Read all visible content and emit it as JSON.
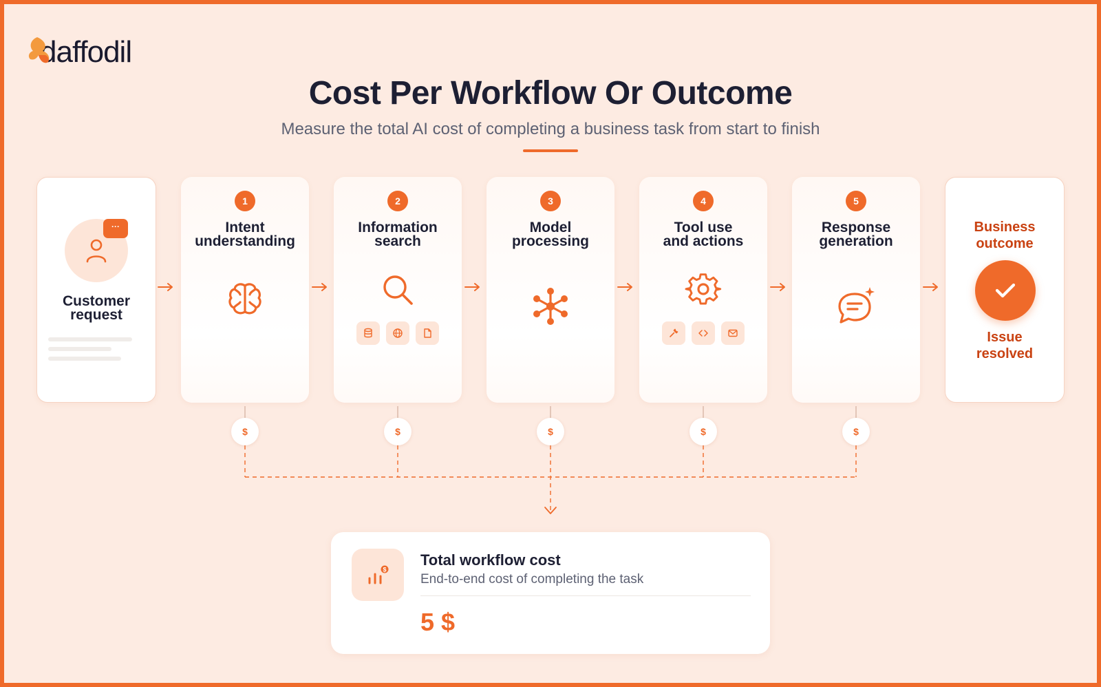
{
  "logo": {
    "text": "daffodil"
  },
  "header": {
    "title": "Cost Per Workflow Or Outcome",
    "subtitle": "Measure the total AI cost of completing a business task from start to finish"
  },
  "customer": {
    "title_line1": "Customer",
    "title_line2": "request",
    "bubble": "···",
    "icon": "user-icon"
  },
  "steps": [
    {
      "number": "1",
      "line1": "Intent",
      "line2": "understanding",
      "icon": "brain-icon"
    },
    {
      "number": "2",
      "line1": "Information",
      "line2": "search",
      "icon": "search-icon",
      "mini_icons": [
        "database-icon",
        "globe-icon",
        "document-icon"
      ]
    },
    {
      "number": "3",
      "line1": "Model",
      "line2": "processing",
      "icon": "network-icon"
    },
    {
      "number": "4",
      "line1": "Tool use",
      "line2": "and actions",
      "icon": "gear-icon",
      "mini_icons": [
        "wrench-icon",
        "code-icon",
        "mail-icon"
      ]
    },
    {
      "number": "5",
      "line1": "Response",
      "line2": "generation",
      "icon": "chat-sparkle-icon"
    }
  ],
  "outcome": {
    "line1": "Business",
    "line2": "outcome",
    "result_line1": "Issue",
    "result_line2": "resolved",
    "icon": "check-icon"
  },
  "cost_marker": "$",
  "total": {
    "title": "Total workflow cost",
    "subtitle": "End-to-end cost of completing the task",
    "value": "5 $",
    "icon": "bar-chart-dollar-icon"
  },
  "colors": {
    "accent": "#ef6a2a",
    "accent_dark": "#c94212",
    "background": "#fdebe2",
    "text_dark": "#1d1f33",
    "text_muted": "#5d6173"
  }
}
